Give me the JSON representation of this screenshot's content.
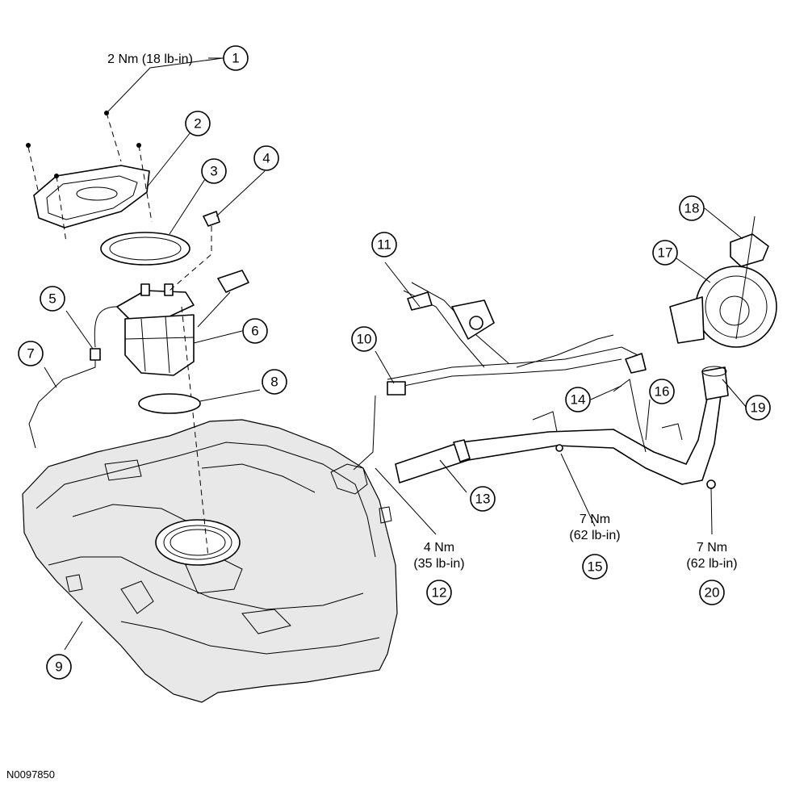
{
  "figure_id": "N0097850",
  "callouts": [
    "1",
    "2",
    "3",
    "4",
    "5",
    "6",
    "7",
    "8",
    "9",
    "10",
    "11",
    "12",
    "13",
    "14",
    "15",
    "16",
    "17",
    "18",
    "19",
    "20"
  ],
  "torque": {
    "c1": "2 Nm (18 lb-in)",
    "c12_nm": "4 Nm",
    "c12_lbin": "(35 lb-in)",
    "c15_nm": "7 Nm",
    "c15_lbin": "(62 lb-in)",
    "c20_nm": "7 Nm",
    "c20_lbin": "(62 lb-in)"
  }
}
